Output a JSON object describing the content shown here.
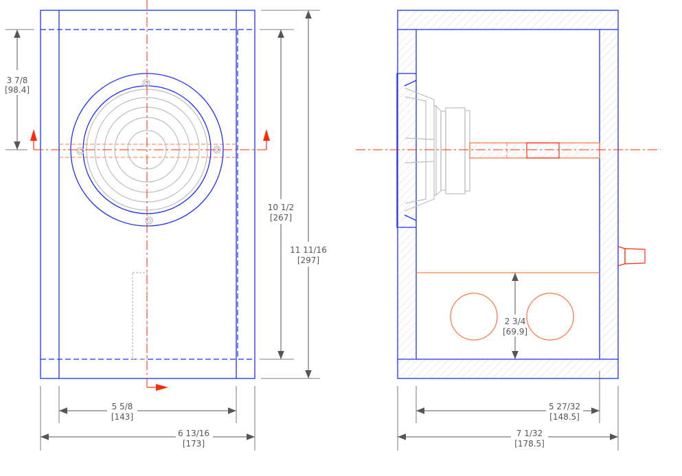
{
  "front_view": {
    "dim_baffle_offset": {
      "imperial": "3 7/8",
      "metric": "[98.4]"
    },
    "dim_inner_height": {
      "imperial": "10 1/2",
      "metric": "[267]"
    },
    "dim_outer_height": {
      "imperial": "11 11/16",
      "metric": "[297]"
    },
    "dim_inner_width": {
      "imperial": "5 5/8",
      "metric": "[143]"
    },
    "dim_outer_width": {
      "imperial": "6 13/16",
      "metric": "[173]"
    }
  },
  "side_view": {
    "dim_chamber_height": {
      "imperial": "2 3/4",
      "metric": "[69.9]"
    },
    "dim_inner_depth": {
      "imperial": "5 27/32",
      "metric": "[148.5]"
    },
    "dim_outer_depth": {
      "imperial": "7 1/32",
      "metric": "[178.5]"
    }
  },
  "colors": {
    "outline": "#1a2eff",
    "section": "#ff2a0a",
    "component": "#ff7a45",
    "driver": "#bdbdbd",
    "dimension": "#555555"
  }
}
